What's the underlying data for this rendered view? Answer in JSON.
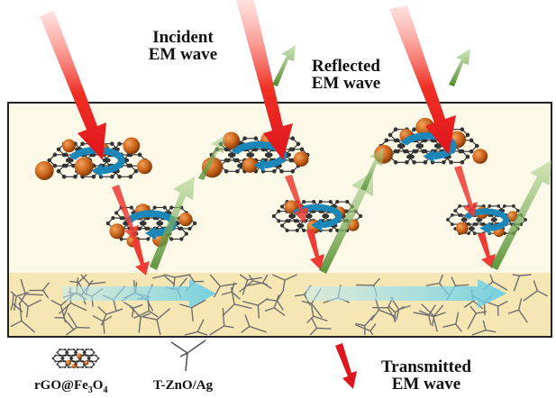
{
  "labels": {
    "incident": [
      "Incident",
      "EM wave"
    ],
    "reflected": [
      "Reflected",
      "EM wave"
    ],
    "transmitted": [
      "Transmitted",
      "EM wave"
    ]
  },
  "legend": {
    "rgo_prefix": "rGO@Fe",
    "rgo_sub1": "3",
    "rgo_mid": "O",
    "rgo_sub2": "4",
    "tzno": "T-ZnO/Ag"
  },
  "colors": {
    "incident_arrow": "#ee1c24",
    "reflected_arrow": "#6a9e3c",
    "eddy_arrow": "#1b87b8",
    "particle": "#c8621a",
    "layer_fill": "#fdf9e8",
    "base_fill": "#f6e6b4",
    "flow_arrow": "#7fd4ea"
  }
}
